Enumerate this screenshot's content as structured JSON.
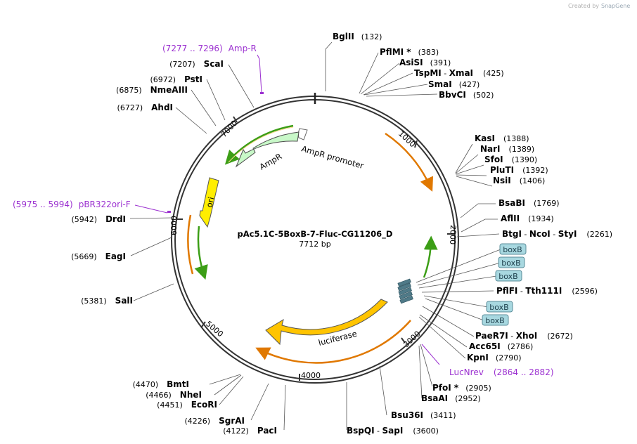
{
  "credit": {
    "prefix": "Created by",
    "brand": "SnapGene"
  },
  "plasmid": {
    "name": "pAc5.1C-5BoxB-7-Fluc-CG11206_D",
    "length_label": "7712 bp"
  },
  "ticks": [
    "1000",
    "2000",
    "3000",
    "4000",
    "5000",
    "6000",
    "7000"
  ],
  "features": {
    "ampr": "AmpR",
    "ampr_promoter": "AmpR promoter",
    "ori": "ori",
    "luciferase": "luciferase",
    "boxb": "boxB"
  },
  "primers": [
    {
      "range": "(7277 .. 7296)",
      "name": "Amp-R"
    },
    {
      "range": "(5975 .. 5994)",
      "name": "pBR322ori-F"
    },
    {
      "range": "(2864 .. 2882)",
      "name": "LucNrev"
    }
  ],
  "sites": {
    "bglii": {
      "name": "BglII",
      "pos": "(132)"
    },
    "pflmi": {
      "name": "PflMI *",
      "pos": "(383)"
    },
    "asisi": {
      "name": "AsiSI",
      "pos": "(391)"
    },
    "tspmi": {
      "name": "TspMI",
      "name2": "XmaI",
      "sep": " - ",
      "pos": "(425)"
    },
    "smai": {
      "name": "SmaI",
      "pos": "(427)"
    },
    "bbvci": {
      "name": "BbvCI",
      "pos": "(502)"
    },
    "kasi": {
      "name": "KasI",
      "pos": "(1388)"
    },
    "nari": {
      "name": "NarI",
      "pos": "(1389)"
    },
    "sfoi": {
      "name": "SfoI",
      "pos": "(1390)"
    },
    "pluti": {
      "name": "PluTI",
      "pos": "(1392)"
    },
    "nsii": {
      "name": "NsiI",
      "pos": "(1406)"
    },
    "bsabi": {
      "name": "BsaBI",
      "pos": "(1769)"
    },
    "aflii": {
      "name": "AflII",
      "pos": "(1934)"
    },
    "btgi": {
      "name": "BtgI",
      "name2": "NcoI",
      "name3": "StyI",
      "sep": " - ",
      "pos": "(2261)"
    },
    "pflfi": {
      "name": "PflFI",
      "name2": "Tth111I",
      "sep": " - ",
      "pos": "(2596)"
    },
    "paer7i": {
      "name": "PaeR7I",
      "name2": "XhoI",
      "sep": " - ",
      "pos": "(2672)"
    },
    "acc65i": {
      "name": "Acc65I",
      "pos": "(2786)"
    },
    "kpni": {
      "name": "KpnI",
      "pos": "(2790)"
    },
    "pfoi": {
      "name": "PfoI *",
      "pos": "(2905)"
    },
    "bsaai": {
      "name": "BsaAI",
      "pos": "(2952)"
    },
    "bsu36i": {
      "name": "Bsu36I",
      "pos": "(3411)"
    },
    "bspqi": {
      "name": "BspQI",
      "name2": "SapI",
      "sep": " - ",
      "pos": "(3600)"
    },
    "paci": {
      "name": "PacI",
      "pos": "(4122)"
    },
    "sgrai": {
      "name": "SgrAI",
      "pos": "(4226)"
    },
    "ecori": {
      "name": "EcoRI",
      "pos": "(4451)"
    },
    "nhei": {
      "name": "NheI",
      "pos": "(4466)"
    },
    "bmti": {
      "name": "BmtI",
      "pos": "(4470)"
    },
    "sali": {
      "name": "SalI",
      "pos": "(5381)"
    },
    "eagi": {
      "name": "EagI",
      "pos": "(5669)"
    },
    "drdi": {
      "name": "DrdI",
      "pos": "(5942)"
    },
    "ahdi": {
      "name": "AhdI",
      "pos": "(6727)"
    },
    "nmeaiii": {
      "name": "NmeAIII",
      "pos": "(6875)"
    },
    "psti": {
      "name": "PstI",
      "pos": "(6972)"
    },
    "scai": {
      "name": "ScaI",
      "pos": "(7207)"
    }
  },
  "colors": {
    "primer": "#9b30d0",
    "ampr": "#c8f8c8",
    "ori": "#ffee00",
    "luciferase": "#ffc400",
    "boxb": "#a8d8e0",
    "arc_orange": "#e07800",
    "arc_green": "#3c9e16"
  }
}
